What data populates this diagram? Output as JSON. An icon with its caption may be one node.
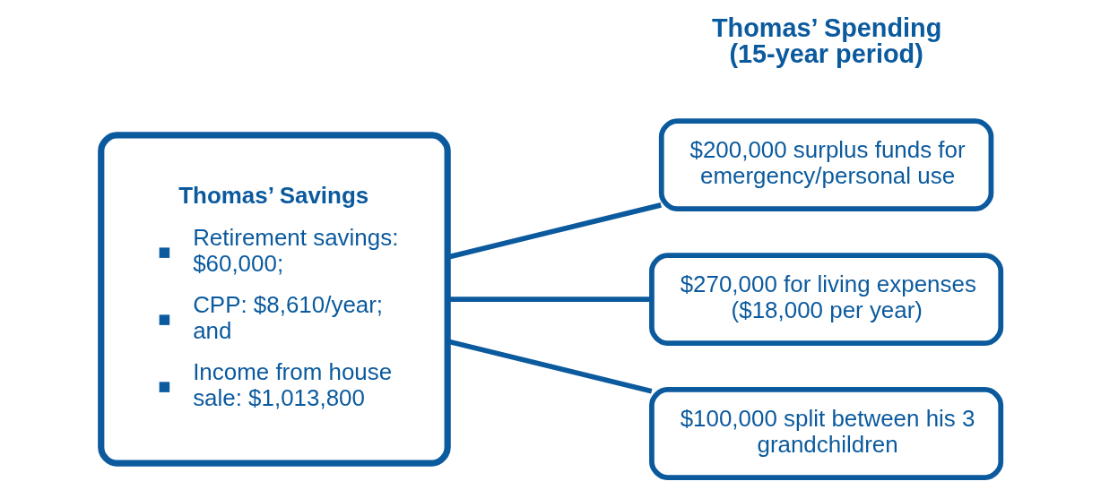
{
  "diagram": {
    "nodes": [
      {
        "text": [
          "Thomas’ Savings",
          "Retirement savings: $60,000;",
          "CPP: $8,610/year; and",
          "Income from house sale: $1,013,800"
        ]
      },
      {
        "text": [
          "$200,000 surplus funds for emergency/personal use"
        ]
      },
      {
        "text": [
          "$270,000 for living expenses ($18,000 per year)"
        ]
      },
      {
        "text": [
          "$100,000 split between his 3 grandchildren"
        ]
      }
    ],
    "edges": [
      {
        "from": 0,
        "to": 1,
        "arrow": "none"
      },
      {
        "from": 0,
        "to": 2,
        "arrow": "none"
      },
      {
        "from": 0,
        "to": 3,
        "arrow": "none"
      }
    ],
    "labels": [
      "Thomas’ Spending (15-year period)"
    ]
  }
}
